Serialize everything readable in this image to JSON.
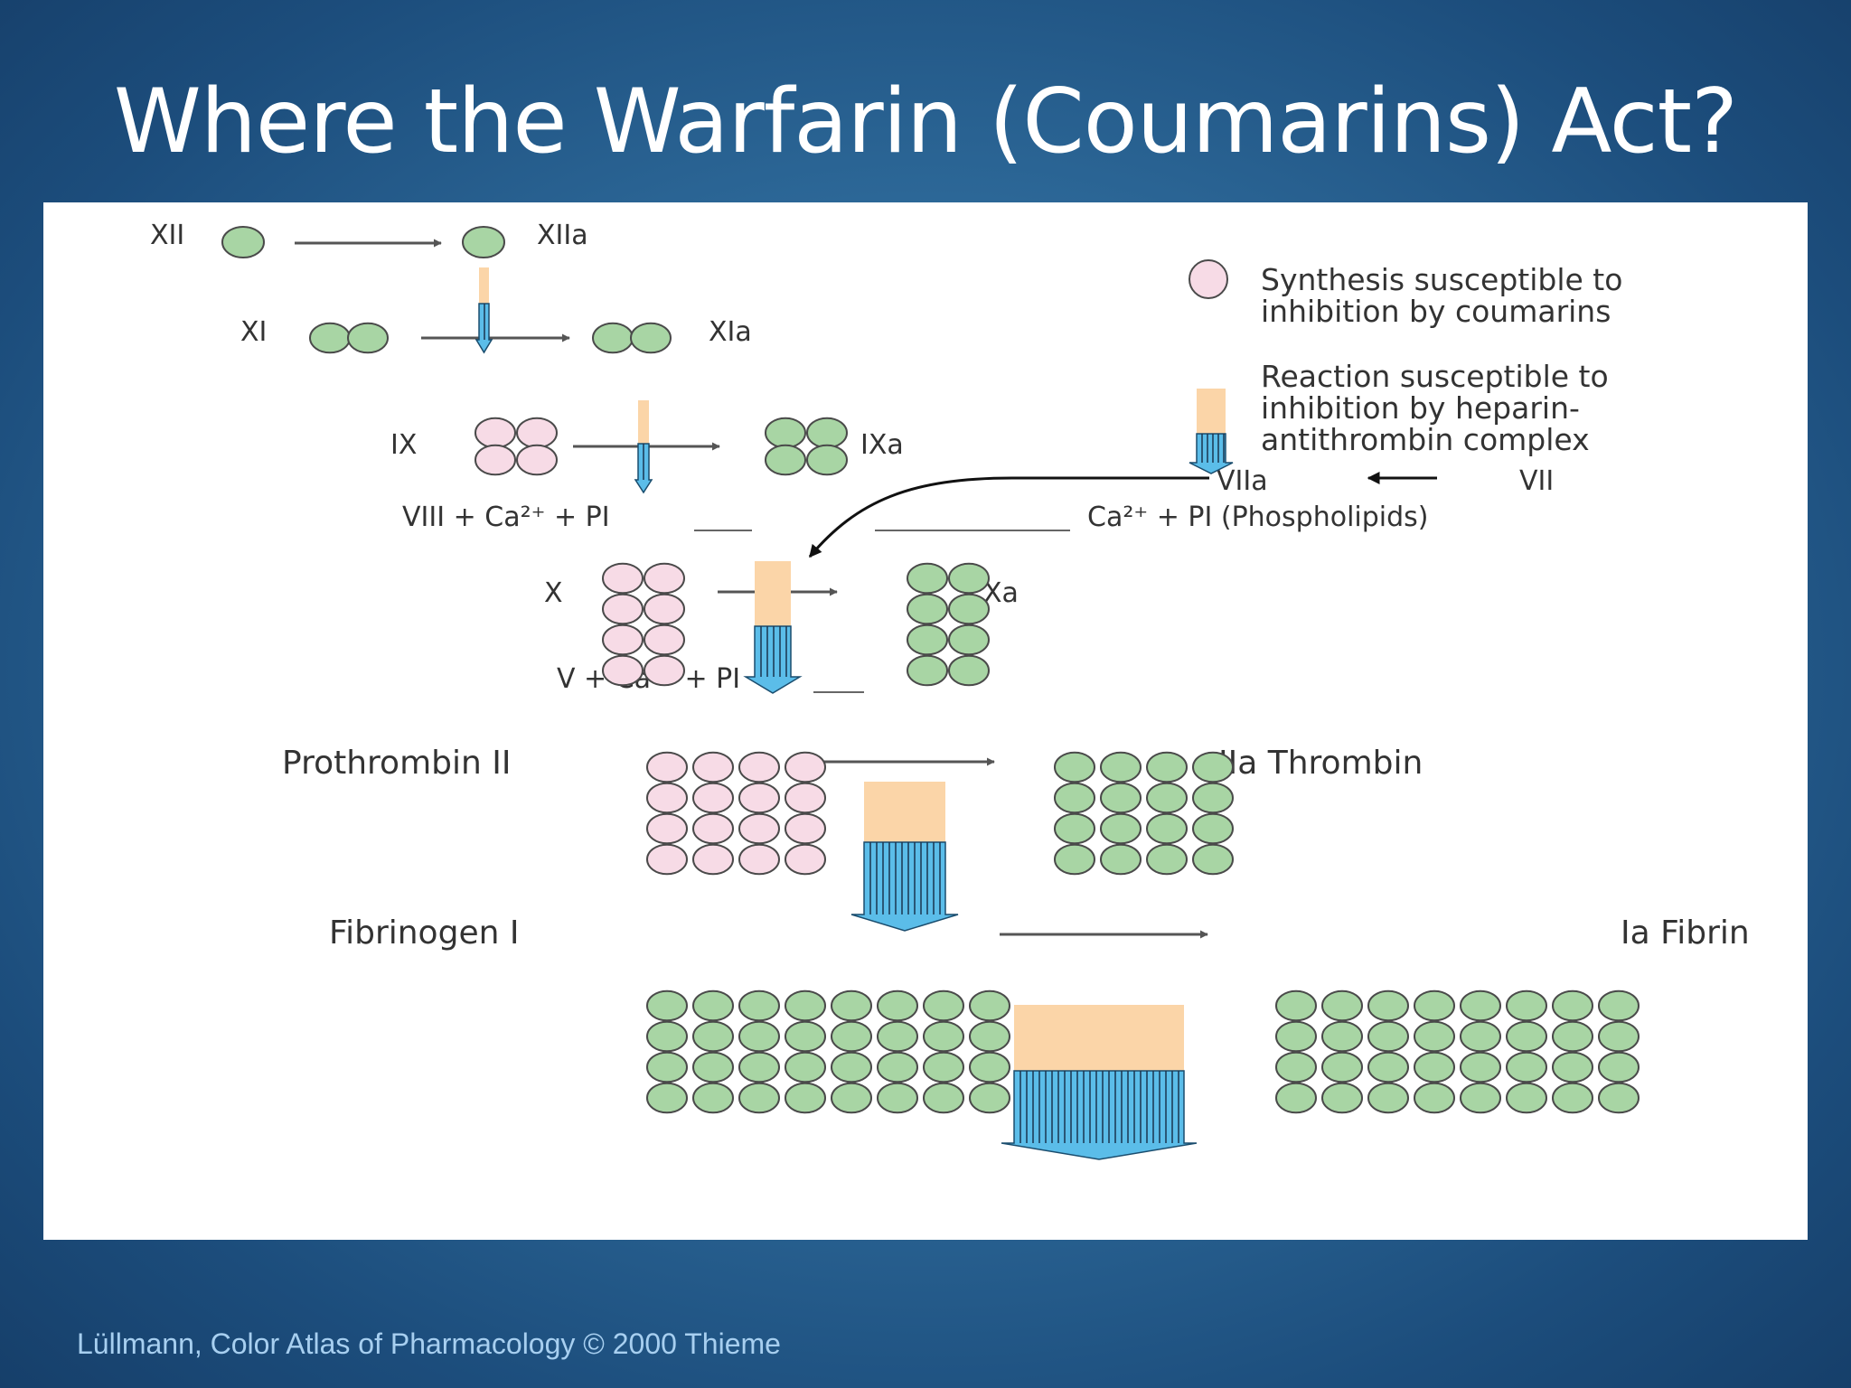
{
  "slide": {
    "title": "Where the Warfarin (Coumarins) Act?",
    "credit": "Lüllmann, Color Atlas of Pharmacology © 2000 Thieme"
  },
  "colors": {
    "active_factor_green": "#a8d5a4",
    "coumarin_sensitive_pink": "#f7dbe6",
    "heparin_block_peach": "#fbd5a8",
    "heparin_arrow_blue": "#5bbde9"
  },
  "legend": {
    "coumarin_text": [
      "Synthesis susceptible to",
      "inhibition by coumarins"
    ],
    "heparin_text": [
      "Reaction susceptible to",
      "inhibition by heparin-",
      "antithrombin complex"
    ]
  },
  "cascade": {
    "xii": "XII",
    "xiia": "XIIa",
    "xi": "XI",
    "xia": "XIa",
    "ix": "IX",
    "ixa": "IXa",
    "cofactor_ix": "VIII + Ca²⁺ + PI",
    "viia": "VIIa",
    "vii": "VII",
    "cofactor_vii": "Ca²⁺ + PI (Phospholipids)",
    "x": "X",
    "xa": "Xa",
    "cofactor_x": "V + Ca²⁺ + PI",
    "prothrombin": "Prothrombin II",
    "thrombin": "IIa Thrombin",
    "fibrinogen": "Fibrinogen I",
    "fibrin": "Ia Fibrin"
  }
}
